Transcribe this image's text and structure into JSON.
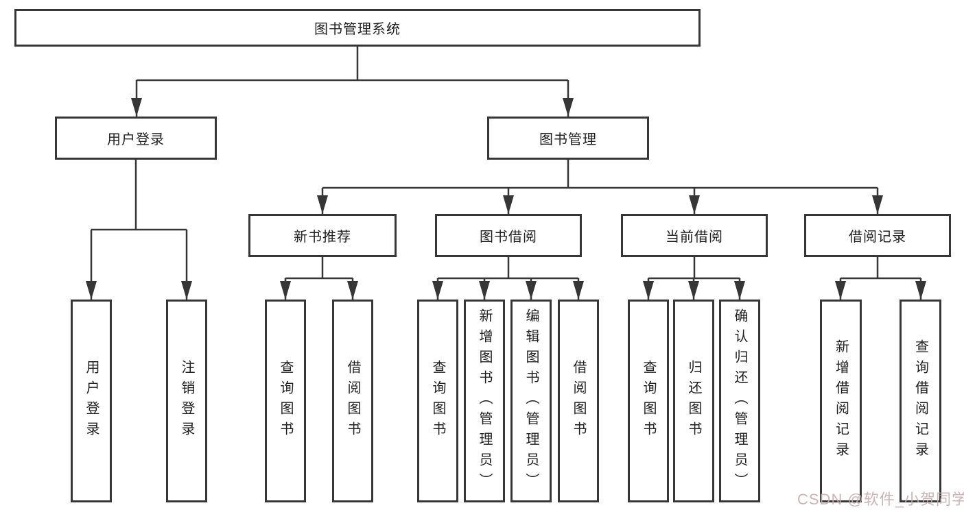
{
  "tree": {
    "label": "图书管理系统",
    "children": [
      {
        "label": "用户登录",
        "children": [
          {
            "label": "用户登录"
          },
          {
            "label": "注销登录"
          }
        ]
      },
      {
        "label": "图书管理",
        "children": [
          {
            "label": "新书推荐",
            "children": [
              {
                "label": "查询图书"
              },
              {
                "label": "借阅图书"
              }
            ]
          },
          {
            "label": "图书借阅",
            "children": [
              {
                "label": "查询图书"
              },
              {
                "label": "新增图书（管理员）"
              },
              {
                "label": "编辑图书（管理员）"
              },
              {
                "label": "借阅图书"
              }
            ]
          },
          {
            "label": "当前借阅",
            "children": [
              {
                "label": "查询图书"
              },
              {
                "label": "归还图书"
              },
              {
                "label": "确认归还（管理员）"
              }
            ]
          },
          {
            "label": "借阅记录",
            "children": [
              {
                "label": "新增借阅记录"
              },
              {
                "label": "查询借阅记录"
              }
            ]
          }
        ]
      }
    ]
  },
  "watermark": {
    "text": "CSDN @软件_小贺同学"
  },
  "colors": {
    "line": "#363636",
    "box_border": "#363636",
    "box_background": "#ffffff",
    "text": "#1f1f1f",
    "watermark": "#c7abb1"
  }
}
